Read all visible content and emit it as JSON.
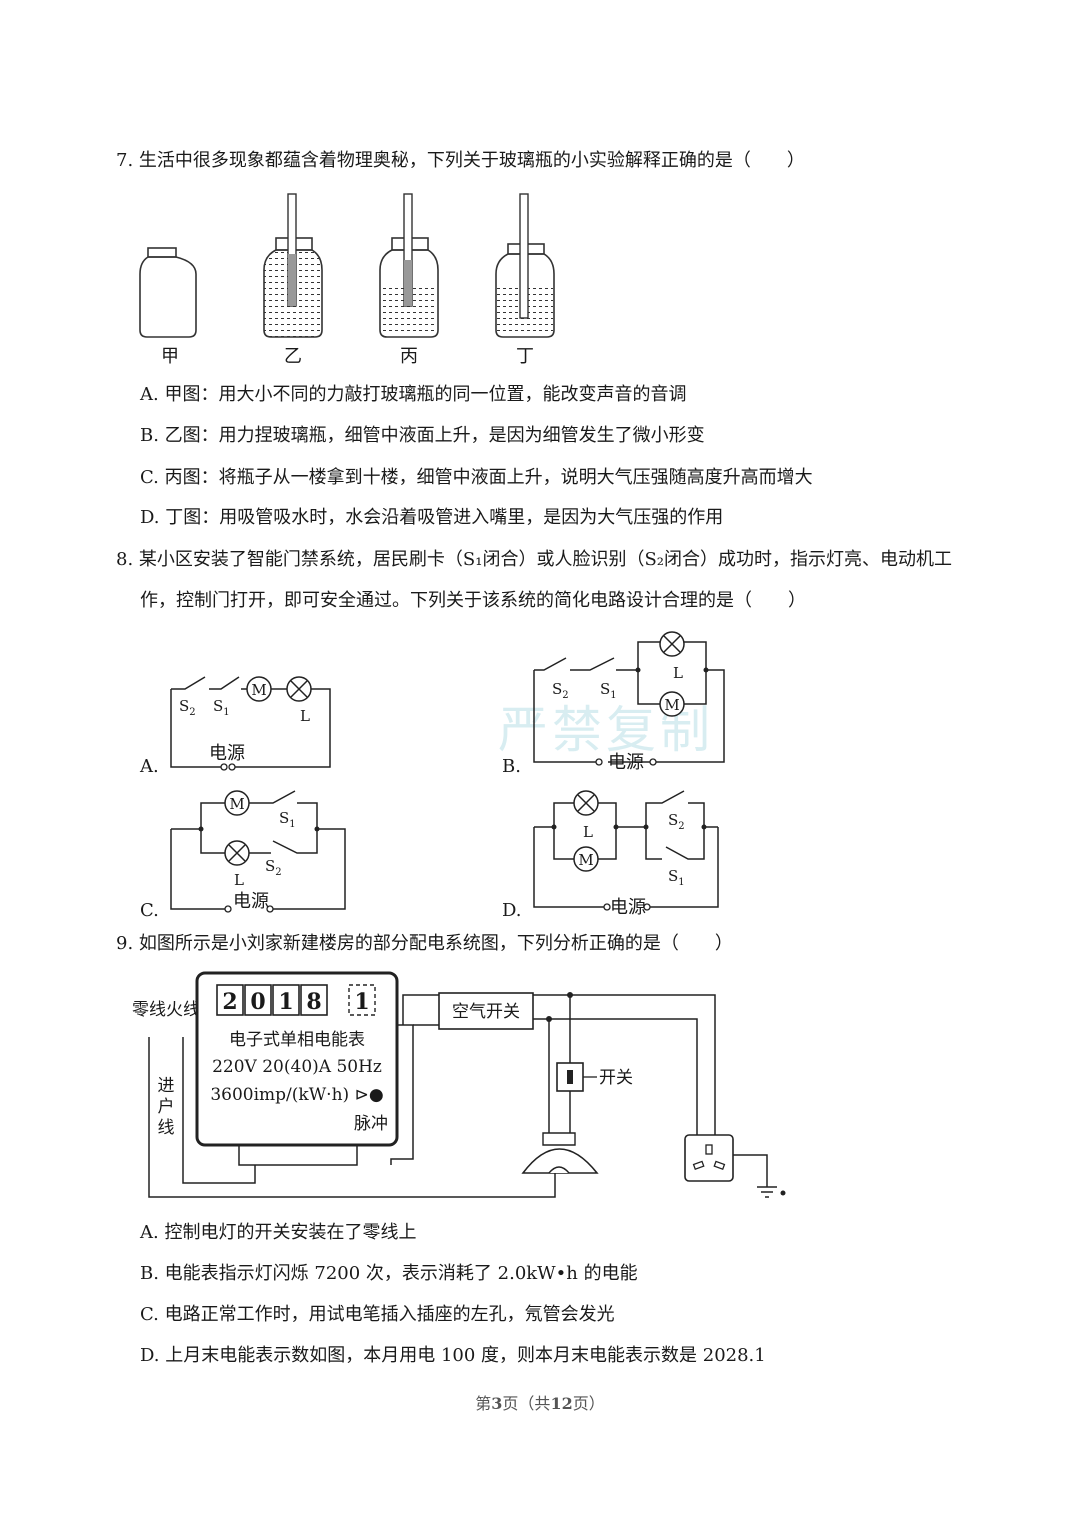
{
  "watermark": "严禁复制",
  "q7": {
    "stem": "7. 生活中很多现象都蕴含着物理奥秘，下列关于玻璃瓶的小实验解释正确的是（　　）",
    "labels": [
      "甲",
      "乙",
      "丙",
      "丁"
    ],
    "options": [
      "A. 甲图：用大小不同的力敲打玻璃瓶的同一位置，能改变声音的音调",
      "B. 乙图：用力捏玻璃瓶，细管中液面上升，是因为细管发生了微小形变",
      "C. 丙图：将瓶子从一楼拿到十楼，细管中液面上升，说明大气压强随高度升高而增大",
      "D. 丁图：用吸管吸水时，水会沿着吸管进入嘴里，是因为大气压强的作用"
    ]
  },
  "q8": {
    "stem_line1": "8. 某小区安装了智能门禁系统，居民刷卡（S₁闭合）或人脸识别（S₂闭合）成功时，指示灯亮、电动机工",
    "stem_line2": "作，控制门打开，即可安全通过。下列关于该系统的简化电路设计合理的是（　　）",
    "opt_letters": [
      "A.",
      "B.",
      "C.",
      "D."
    ],
    "power_label": "电源",
    "motor": "M",
    "lamp": "L",
    "s1": "S",
    "s1_sub": "1",
    "s2": "S",
    "s2_sub": "2"
  },
  "q9": {
    "stem": "9. 如图所示是小刘家新建楼房的部分配电系统图，下列分析正确的是（　　）",
    "meter_digits": [
      "2",
      "0",
      "1",
      "8",
      "1"
    ],
    "meter_title": "电子式单相电能表",
    "meter_spec": "220V 20(40)A 50Hz",
    "meter_imp": "3600imp/(kW·h) ⊳●",
    "meter_pulse": "脉冲",
    "neutral": "零线",
    "live": "火线",
    "entry": "进户线",
    "breaker": "空气开关",
    "switch": "开关",
    "options": [
      "A. 控制电灯的开关安装在了零线上",
      "B. 电能表指示灯闪烁 7200 次，表示消耗了 2.0kW•h 的电能",
      "C. 电路正常工作时，用试电笔插入插座的左孔，氖管会发光",
      "D. 上月末电能表示数如图，本月用电 100 度，则本月末电能表示数是 2028.1"
    ]
  },
  "footer": {
    "prefix": "第",
    "page": "3",
    "mid": "页（共",
    "total": "12",
    "suffix": "页）"
  }
}
